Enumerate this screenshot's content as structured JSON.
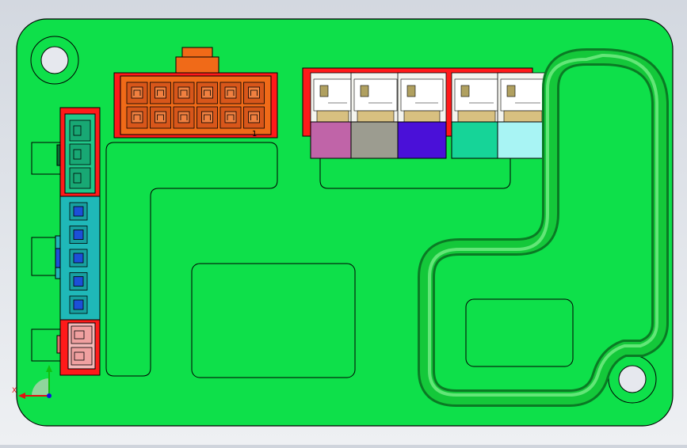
{
  "viewport": {
    "background": "#dde1e8",
    "board": {
      "fill": "#0ee04a",
      "outline": "#000000"
    },
    "connector_12pin": {
      "color": "#f06a18",
      "housing_color": "#ff1a1a",
      "pin_label": "1",
      "pins": 12
    },
    "connector_left_3pin": {
      "color": "#20c78a",
      "frame": "#ff1a1a",
      "pins": 3
    },
    "connector_left_5pin": {
      "color": "#1fb8b8",
      "pin_color": "#1c4fd8",
      "pins": 5
    },
    "connector_left_2pin": {
      "color": "#f4b8b8",
      "frame": "#ff1a1a",
      "pins": 2
    },
    "terminal_block": {
      "frame": "#ff1a1a",
      "modules": [
        {
          "name": "terminal-module-pink",
          "color": "#c064a8"
        },
        {
          "name": "terminal-module-gray",
          "color": "#9c9c90"
        },
        {
          "name": "terminal-module-purple",
          "color": "#4a10d8"
        },
        {
          "name": "terminal-module-teal",
          "color": "#16d498"
        },
        {
          "name": "terminal-module-cyan",
          "color": "#a8f4f4"
        }
      ]
    },
    "pipe": {
      "color": "#14c83a",
      "highlight": "#7cf08c",
      "shadow": "#0a7a24"
    },
    "axis_triad": {
      "x_label": "X",
      "x_color": "#e01010",
      "y_color": "#10c010",
      "z_color": "#1010e0"
    }
  }
}
